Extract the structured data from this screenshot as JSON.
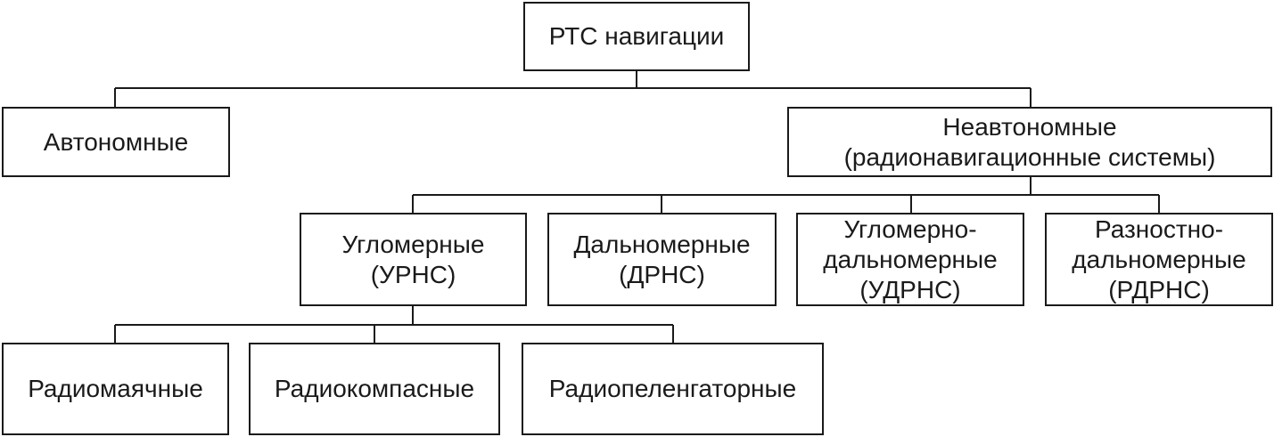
{
  "diagram": {
    "root": {
      "label": "РТС навигации"
    },
    "level1": {
      "autonomous": {
        "label": "Автономные"
      },
      "non_autonomous": {
        "line1": "Неавтономные",
        "line2": "(радионавигационные системы)"
      }
    },
    "level2": {
      "angular": {
        "line1": "Угломерные",
        "line2": "(УРНС)"
      },
      "range": {
        "line1": "Дальномерные",
        "line2": "(ДРНС)"
      },
      "angular_range": {
        "line1": "Угломерно-",
        "line2": "дальномерные",
        "line3": "(УДРНС)"
      },
      "difference_range": {
        "line1": "Разностно-",
        "line2": "дальномерные",
        "line3": "(РДРНС)"
      }
    },
    "level3": {
      "beacon": {
        "label": "Радиомаячные"
      },
      "compass": {
        "label": "Радиокомпасные"
      },
      "direction_finder": {
        "label": "Радиопеленгаторные"
      }
    }
  },
  "colors": {
    "line": "#1a1a1a",
    "background": "#ffffff"
  }
}
